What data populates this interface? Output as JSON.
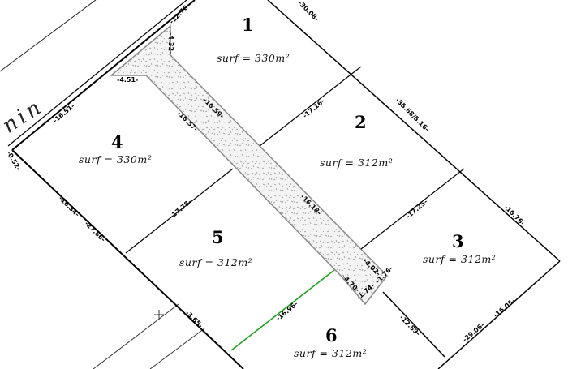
{
  "plan": {
    "road_name_fragment": "nin",
    "colors": {
      "boundary": "#000000",
      "drive_edge": "#8a8a8a",
      "drive_fill": "#f2f2f2",
      "highlight_edge": "#22a022"
    },
    "lots": [
      {
        "number": "1",
        "surface": "surf = 330m²"
      },
      {
        "number": "2",
        "surface": "surf = 312m²"
      },
      {
        "number": "3",
        "surface": "surf = 312m²"
      },
      {
        "number": "4",
        "surface": "surf = 330m²"
      },
      {
        "number": "5",
        "surface": "surf = 312m²"
      },
      {
        "number": "6",
        "surface": "surf = 312m²"
      }
    ],
    "dimensions": {
      "d_22_76": "-22.76-",
      "d_4_32": "-4.32-",
      "d_4_51": "-4.51-",
      "d_16_51": "-16.51-",
      "d_16_57": "-16.57-",
      "d_16_59": "-16.59-",
      "d_30_08": "-30.08-",
      "d_17_16": "-17.16-",
      "d_35_16": "-35.68/5.16-",
      "d_0_52": "-0.52-",
      "d_16_34": "-16.34-",
      "d_27_86": "-27.86-",
      "d_17_78": "-17.78-",
      "d_16_18": "-16.18-",
      "d_17_25": "-17.25-",
      "d_16_76": "-16.76-",
      "d_4_02": "-4.02-",
      "d_4_70": "-4.70-",
      "d_1_74": "-1.74-",
      "d_1_76": "-1.76-",
      "d_16_96": "-16.96-",
      "d_3_65": "-3.65-",
      "d_12_89": "-12.89-",
      "d_29_06": "-29.06-",
      "d_16_05": "-16.05-"
    }
  }
}
